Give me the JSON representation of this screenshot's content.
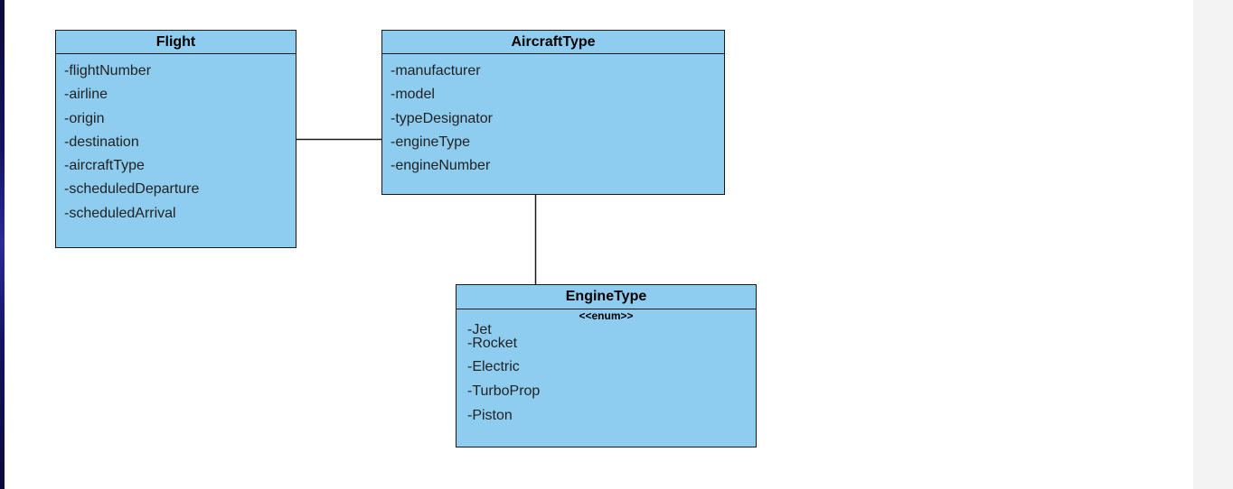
{
  "diagram": {
    "classes": [
      {
        "id": "flight",
        "name": "Flight",
        "attributes": [
          "-flightNumber",
          "-airline",
          "-origin",
          "-destination",
          "-aircraftType",
          "-scheduledDeparture",
          "-scheduledArrival"
        ]
      },
      {
        "id": "aircraft",
        "name": "AircraftType",
        "attributes": [
          "-manufacturer",
          "-model",
          "-typeDesignator",
          "-engineType",
          "-engineNumber"
        ]
      },
      {
        "id": "engine",
        "name": "EngineType",
        "stereotype": "<<enum>>",
        "attributes": [
          "-Jet",
          "-Rocket",
          "-Electric",
          "-TurboProp",
          "-Piston"
        ]
      }
    ],
    "associations": [
      {
        "from": "Flight",
        "to": "AircraftType"
      },
      {
        "from": "AircraftType",
        "to": "EngineType"
      }
    ],
    "colors": {
      "class_fill": "#8ecdf0",
      "border": "#1a1a1a",
      "background": "#ffffff"
    }
  }
}
